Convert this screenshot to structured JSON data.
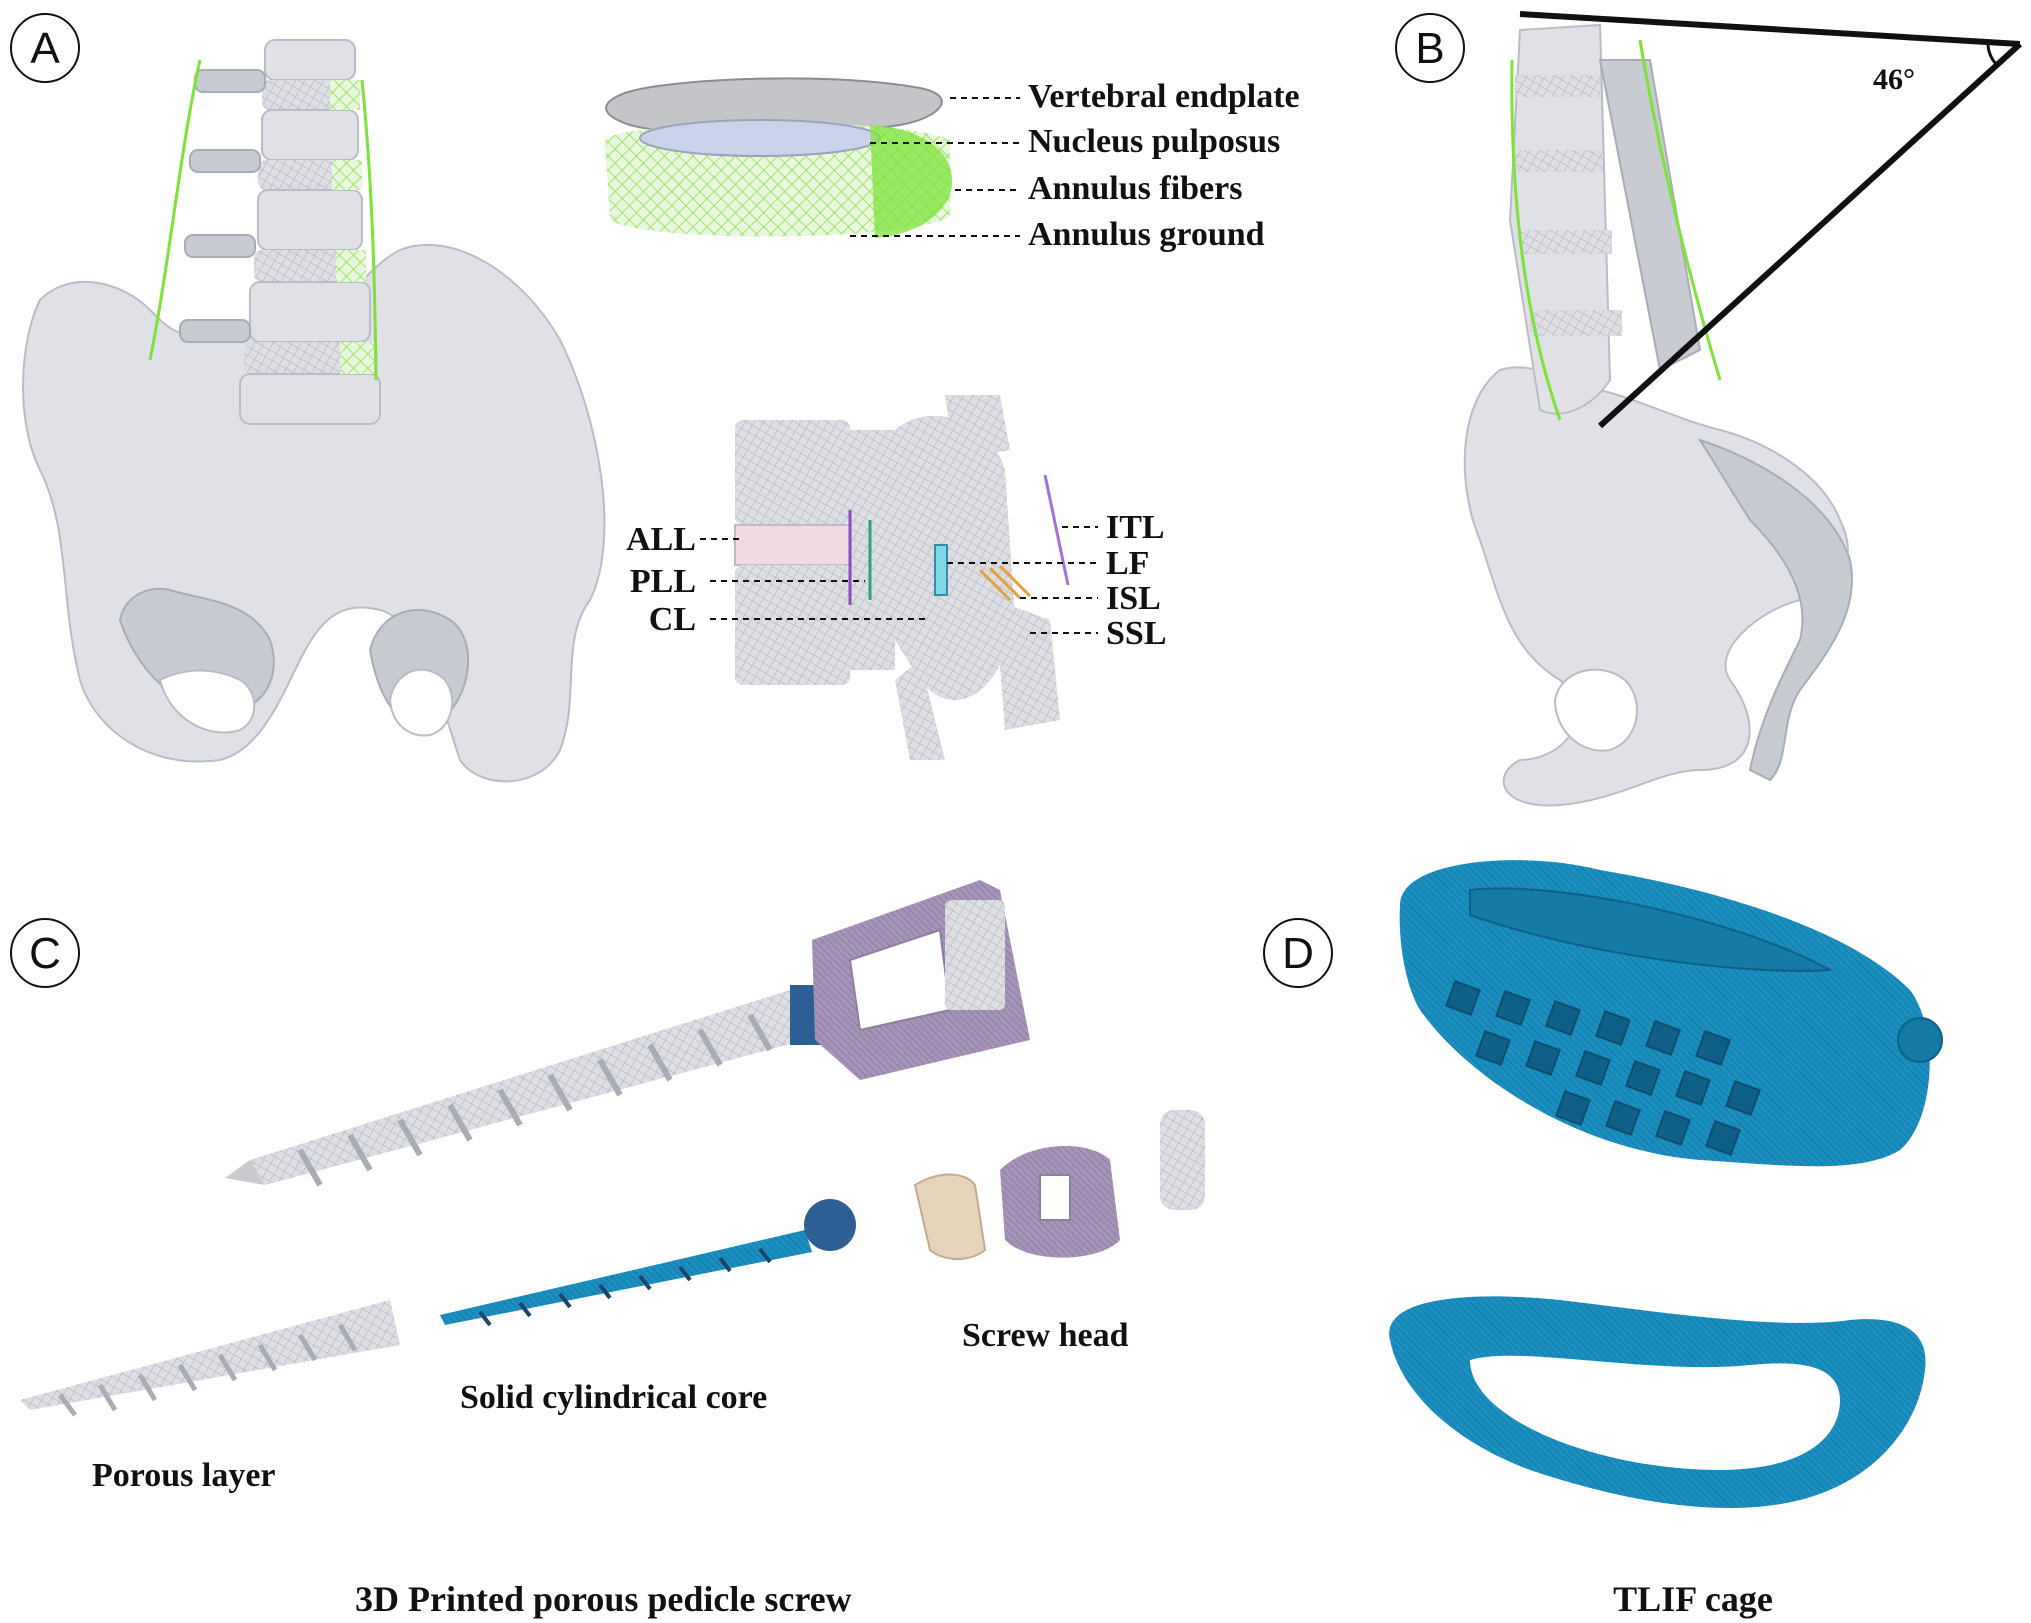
{
  "panels": {
    "A": {
      "letter": "A",
      "disc_labels": [
        "Vertebral endplate",
        "Nucleus pulposus",
        "Annulus fibers",
        "Annulus ground"
      ],
      "ligament_labels_left": [
        "ALL",
        "PLL",
        "CL"
      ],
      "ligament_labels_right": [
        "ITL",
        "LF",
        "ISL",
        "SSL"
      ]
    },
    "B": {
      "letter": "B",
      "angle_label": "46°"
    },
    "C": {
      "letter": "C",
      "part_labels": {
        "porous_layer": "Porous layer",
        "solid_core": "Solid cylindrical core",
        "screw_head": "Screw head"
      },
      "caption": "3D Printed porous pedicle screw"
    },
    "D": {
      "letter": "D",
      "caption": "TLIF cage"
    }
  },
  "colors": {
    "bone": "#dfe1e6",
    "ligament": "#7de33a",
    "cage": "#1a8fc0",
    "core": "#2e5f94",
    "head": "#a693b8",
    "sleeve": "#e8d4bc"
  }
}
